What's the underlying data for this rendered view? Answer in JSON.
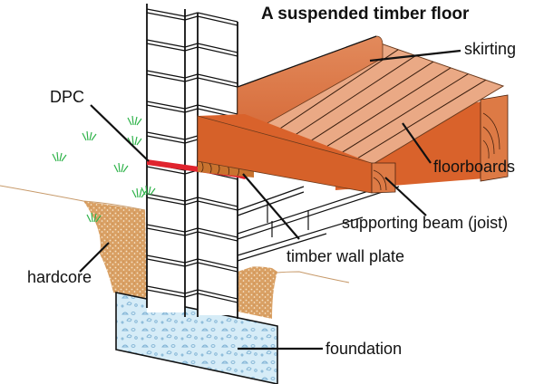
{
  "title": "A suspended timber floor",
  "labels": {
    "skirting": "skirting",
    "dpc": "DPC",
    "floorboards": "floorboards",
    "joist": "supporting beam (joist)",
    "wall_plate": "timber wall plate",
    "hardcore": "hardcore",
    "foundation": "foundation"
  },
  "colors": {
    "timber": "#d9622b",
    "timber_light": "#e8a07a",
    "floorboard": "#eaa985",
    "dpc": "#e0242e",
    "hardcore": "#d49a5c",
    "concrete": "#d6ecf7",
    "grass": "#2fb34a",
    "line": "#111111"
  }
}
